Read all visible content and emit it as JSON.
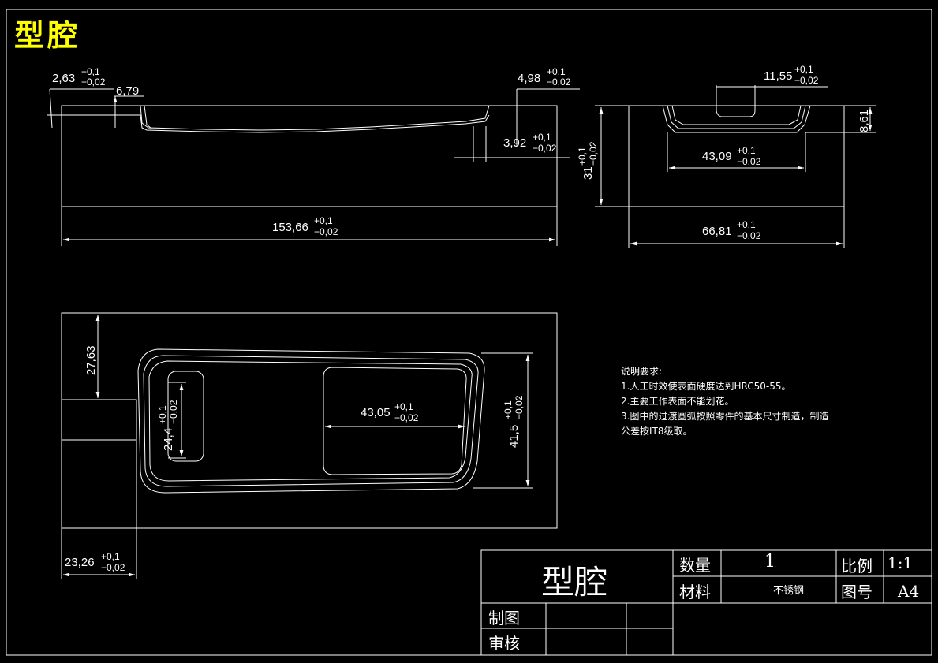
{
  "header": {
    "title": "型腔"
  },
  "dimensions": {
    "d1": {
      "base": "2,63",
      "plus": "+0,1",
      "minus": "−0,02"
    },
    "d2": {
      "base": "6,79"
    },
    "d3": {
      "base": "4,98",
      "plus": "+0,1",
      "minus": "−0,02"
    },
    "d4": {
      "base": "3,92",
      "plus": "+0,1",
      "minus": "−0,02"
    },
    "d5": {
      "base": "153,66",
      "plus": "+0,1",
      "minus": "−0,02"
    },
    "d6": {
      "base": "11,55",
      "plus": "+0,1",
      "minus": "−0,02"
    },
    "d7": {
      "base": "8,61"
    },
    "d8": {
      "base": "43,09",
      "plus": "+0,1",
      "minus": "−0,02"
    },
    "d9": {
      "base": "31",
      "plus": "+0,1",
      "minus": "−0,02"
    },
    "d10": {
      "base": "66,81",
      "plus": "+0,1",
      "minus": "−0,02"
    },
    "d11": {
      "base": "27,63"
    },
    "d12": {
      "base": "24,4",
      "plus": "+0,1",
      "minus": "−0,02"
    },
    "d13": {
      "base": "43,05",
      "plus": "+0,1",
      "minus": "−0,02"
    },
    "d14": {
      "base": "41,5",
      "plus": "+0,1",
      "minus": "−0,02"
    },
    "d15": {
      "base": "23,26",
      "plus": "+0,1",
      "minus": "−0,02"
    }
  },
  "notes": {
    "heading": "说明要求:",
    "items": [
      "1.人工时效使表面硬度达到HRC50-55。",
      "2.主要工作表面不能划花。",
      "3.图中的过渡圆弧按照零件的基本尺寸制造，制造",
      "公差按IT8级取。"
    ]
  },
  "title_block": {
    "name": "型腔",
    "qty_label": "数量",
    "qty_value": "1",
    "scale_label": "比例",
    "scale_value": "1:1",
    "material_label": "材料",
    "material_value": "不锈钢",
    "drawing_no_label": "图号",
    "drawing_no_value": "A4",
    "drawn_label": "制图",
    "checked_label": "审核"
  },
  "colors": {
    "background": "#000000",
    "lines": "#ffffff",
    "title": "#ffff00"
  }
}
